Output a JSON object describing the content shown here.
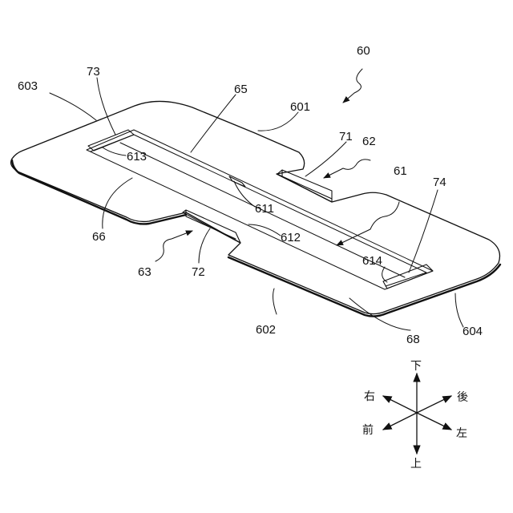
{
  "figure": {
    "labels": {
      "l60": "60",
      "l603": "603",
      "l73": "73",
      "l65": "65",
      "l601": "601",
      "l613": "613",
      "l71": "71",
      "l62": "62",
      "l61": "61",
      "l74": "74",
      "l611": "611",
      "l66": "66",
      "l612": "612",
      "l614": "614",
      "l63": "63",
      "l72": "72",
      "l602": "602",
      "l68": "68",
      "l604": "604"
    },
    "directions": {
      "down": "下",
      "up": "上",
      "right": "右",
      "left": "左",
      "front": "前",
      "back": "後"
    }
  }
}
